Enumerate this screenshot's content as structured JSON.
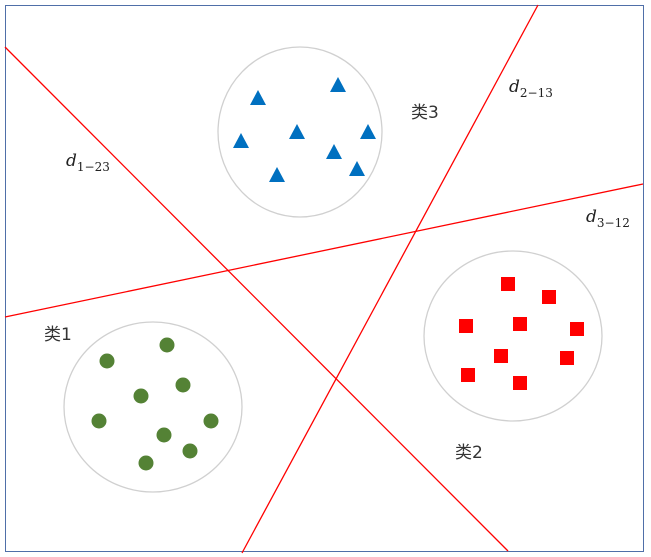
{
  "labels": {
    "d1": {
      "main": "d",
      "sub": "1−23"
    },
    "d2": {
      "main": "d",
      "sub": "2−13"
    },
    "d3": {
      "main": "d",
      "sub": "3−12"
    },
    "class1": "类1",
    "class2": "类2",
    "class3": "类3"
  },
  "colors": {
    "line": "#ff0000",
    "triangle": "#0070c0",
    "square": "#ff0000",
    "dot": "#548235",
    "circle": "#d0d0d0",
    "frame": "#4f6fa8"
  }
}
